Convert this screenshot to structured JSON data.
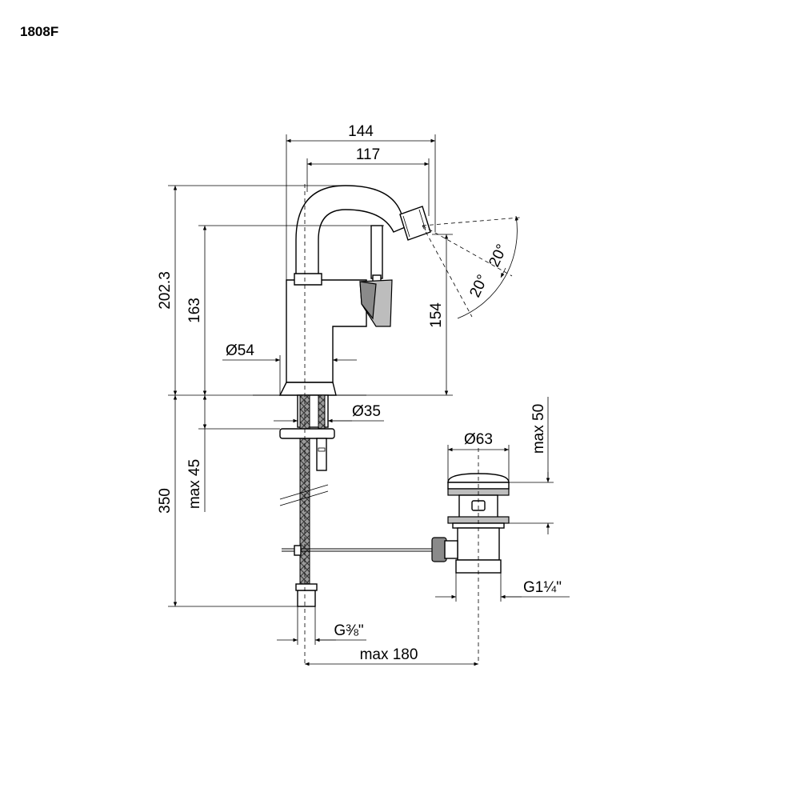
{
  "model_code": "1808F",
  "dimensions": {
    "overall_width": "144",
    "spout_reach": "117",
    "total_height": "202.3",
    "spout_height": "163",
    "outlet_height": "154",
    "base_diameter": "Ø54",
    "hole_diameter": "Ø35",
    "spray_angle_upper": "20°",
    "spray_angle_lower": "20°",
    "deck_thickness": "max 45",
    "hose_length": "350",
    "hose_thread": "G⅜\"",
    "drain_distance": "max 180",
    "waste_diameter": "Ø63",
    "waste_depth": "max 50",
    "waste_thread": "G1¼\""
  }
}
